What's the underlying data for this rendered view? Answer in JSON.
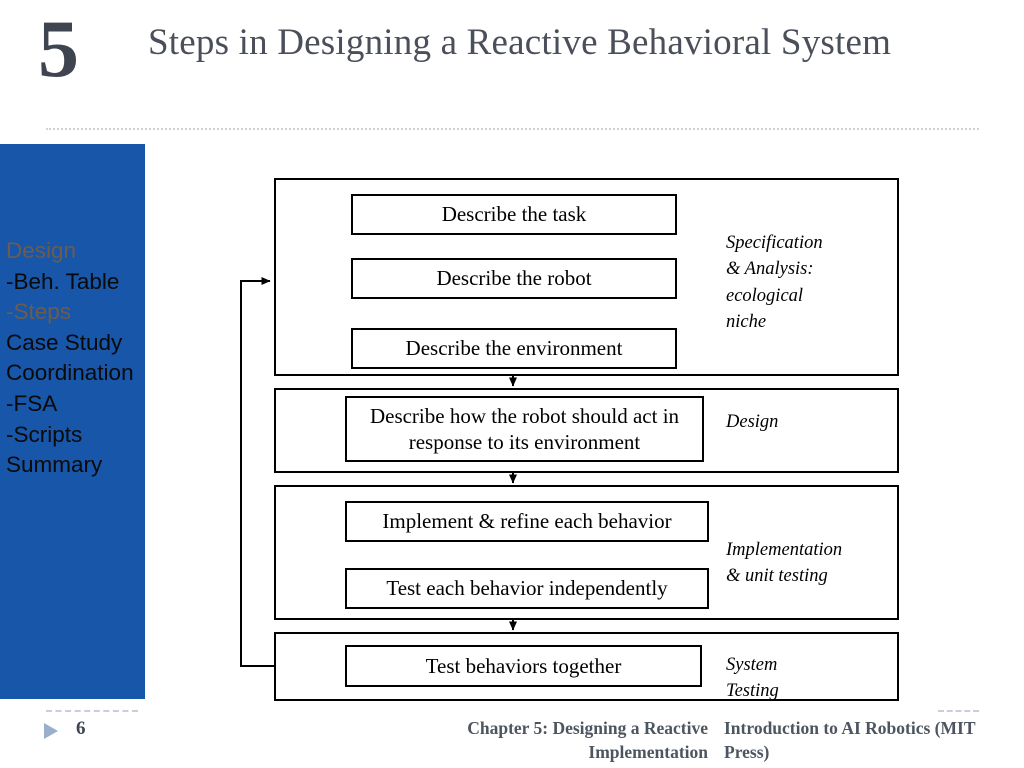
{
  "header": {
    "number": "5",
    "title": "Steps in Designing a Reactive Behavioral System"
  },
  "outline": {
    "items": [
      {
        "label": "Design",
        "state": "dim"
      },
      {
        "label": "-Beh. Table",
        "state": "normal"
      },
      {
        "label": "-Steps",
        "state": "dim"
      },
      {
        "label": "Case Study",
        "state": "normal"
      },
      {
        "label": "Coordination",
        "state": "normal"
      },
      {
        "label": "-FSA",
        "state": "normal"
      },
      {
        "label": "-Scripts",
        "state": "normal"
      },
      {
        "label": "Summary",
        "state": "normal"
      }
    ]
  },
  "diagram": {
    "stages": [
      {
        "label": "Specification\n& Analysis:\necological\nniche"
      },
      {
        "label": "Design"
      },
      {
        "label": "Implementation\n& unit testing"
      },
      {
        "label": "System\nTesting"
      }
    ],
    "boxes": {
      "task": "Describe the task",
      "robot": "Describe the robot",
      "environment": "Describe the environment",
      "act": "Describe how the robot should act in response to its environment",
      "implement": "Implement & refine each behavior",
      "test_each": "Test each behavior independently",
      "test_together": "Test behaviors together"
    }
  },
  "footer": {
    "page_number": "6",
    "chapter": "Chapter 5: Designing a Reactive Implementation",
    "book": "Introduction to AI Robotics (MIT Press)"
  },
  "colors": {
    "panel_blue": "#1756a9",
    "title_gray": "#4a4f5a",
    "dim_text": "#6e5c4b",
    "footer_gray": "#4c5560",
    "bullet_blue": "#9aafc9"
  }
}
